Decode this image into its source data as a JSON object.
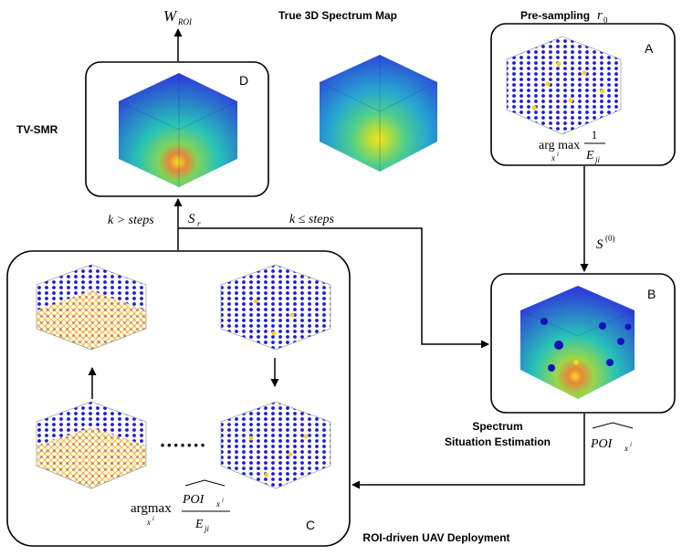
{
  "labels": {
    "w_roi_base": "W",
    "w_roi_sub": "ROI",
    "true_map": "True 3D Spectrum Map",
    "presampling": "Pre-sampling",
    "r0_base": "r",
    "r0_sub": "0",
    "tv_smr": "TV-SMR",
    "spectrum_line1": "Spectrum",
    "spectrum_line2": "Situation Estimation",
    "roi_deploy": "ROI-driven UAV Deployment"
  },
  "boxes": {
    "a": "A",
    "b": "B",
    "c": "C",
    "d": "D"
  },
  "formulas": {
    "argmax": "arg max",
    "argmax_c": "argmax",
    "x_sup": "x",
    "i_sup": "i",
    "one": "1",
    "e": "E",
    "ji": "ji",
    "poi": "POI",
    "s0_base": "S",
    "s0_sup": "(0)",
    "sr_base": "S",
    "sr_sub": "r",
    "k_gt": "k > steps",
    "k_le": "k ≤ steps",
    "dots": "·······"
  },
  "colors": {
    "cube_blue": "#2d3fd9",
    "cube_cyan": "#27c3b8",
    "cube_green": "#7fd35a",
    "cube_yellow": "#f3e21b",
    "cube_orange": "#e8863a",
    "dot_blue": "#1a1ae0",
    "dot_yellow": "#ffd21f"
  }
}
